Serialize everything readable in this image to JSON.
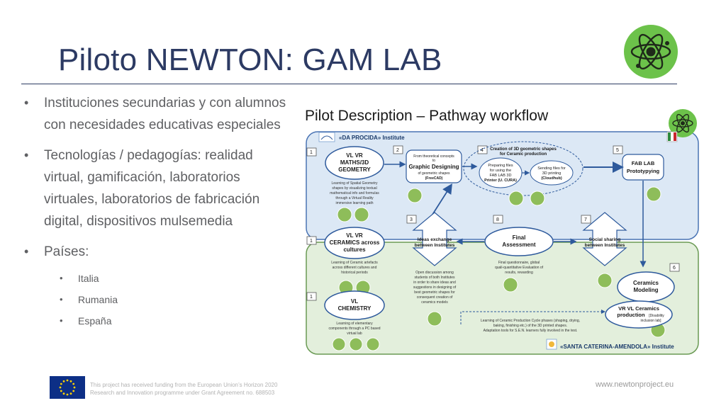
{
  "slide": {
    "title": "Piloto NEWTON: GAM LAB",
    "bullets": [
      "Instituciones secundarias y con alumnos con necesidades educativas especiales",
      "Tecnologías / pedagogías: realidad virtual, gamificación, laboratorios virtuales, laboratorios de fabricación digital, dispositivos mulsemedia",
      "Países:"
    ],
    "countries": [
      "Italia",
      "Rumania",
      "España"
    ],
    "footer_note_1": "This project has received funding from the European Union’s Horizon 2020",
    "footer_note_2": "Research and Innovation programme under Grant Agreement no. 688503",
    "website": "www.newtonproject.eu"
  },
  "diagram": {
    "title": "Pilot Description – Pathway workflow",
    "top_institute": "«DA PROCIDA» Institute",
    "bottom_institute": "«SANTA CATERINA-AMENDOLA» Institute",
    "numbers": [
      "1",
      "2",
      "3",
      "4",
      "5",
      "6",
      "7",
      "8",
      "1",
      "1"
    ],
    "vr_maths": [
      "VL VR",
      "MATHS/3D",
      "GEOMETRY"
    ],
    "vr_maths_desc": [
      "Learning of Spatial Geometry",
      "shapes by visualizing textual",
      "mathematical info and formulas",
      "through a Virtual Reality",
      "immersive learning path"
    ],
    "graphic": [
      "From theoretical concepts",
      "to",
      "Graphic Designing",
      "of geometric shapes",
      "(FreeCAD)"
    ],
    "creation": [
      "Creation of 3D geometric shapes",
      "for Ceramic production"
    ],
    "preparing": [
      "Preparing files",
      "for using the",
      "FAB LAB 3D",
      "Printer (U. CURA)"
    ],
    "sending": [
      "Sending files for",
      "3D printing",
      "(Cloudhub)"
    ],
    "fablab": [
      "FAB LAB",
      "Prototypying"
    ],
    "vr_ceramics": [
      "VL VR",
      "CERAMICS across",
      "cultures"
    ],
    "vr_ceramics_desc": [
      "Learning of Ceramic artefacts",
      "across different cultures and",
      "historical periods"
    ],
    "ideas": [
      "Ideas exchange",
      "between Institutes"
    ],
    "ideas_desc": [
      "Open discussion among",
      "students of both Institutes",
      "in order to share ideas and",
      "suggestions in designing of",
      "best geometric shapes for",
      "consequent creation of",
      "ceramics models"
    ],
    "final": [
      "Final",
      "Assessment"
    ],
    "final_desc": [
      "Final questionnaire, global",
      "quali-quantitative Evaluation of",
      "results, rewarding"
    ],
    "social": [
      "Social sharing",
      "between Institutes"
    ],
    "ceramics_modeling": [
      "Ceramics",
      "Modeling"
    ],
    "vr_prod": [
      "VR VL Ceramics",
      "production",
      "[Disability",
      "inclusion lab]"
    ],
    "chemistry": [
      "VL",
      "CHEMISTRY"
    ],
    "chemistry_desc": [
      "Learning of elementary",
      "components through a PC based",
      "virtual lab"
    ],
    "production_desc": [
      "Learning of Ceramic Production Cycle phases (shaping, drying,",
      "baking, finishing etc.) of the 3D printed shapes.",
      "Adaptation tools for S.E.N. learners fully involved in the test."
    ]
  },
  "colors": {
    "title": "#2c3a63",
    "text": "#5f6063",
    "top_band": "#dce8f5",
    "bottom_band": "#e3efdc",
    "logo_green": "#6cc24a",
    "arrow": "#2e5a9c"
  }
}
